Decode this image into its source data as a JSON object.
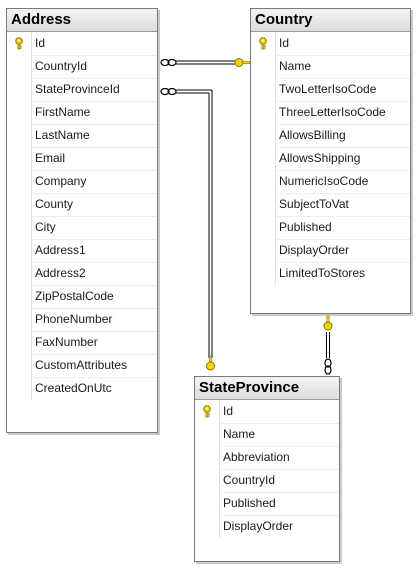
{
  "tables": {
    "address": {
      "title": "Address",
      "columns": [
        "Id",
        "CountryId",
        "StateProvinceId",
        "FirstName",
        "LastName",
        "Email",
        "Company",
        "County",
        "City",
        "Address1",
        "Address2",
        "ZipPostalCode",
        "PhoneNumber",
        "FaxNumber",
        "CustomAttributes",
        "CreatedOnUtc"
      ]
    },
    "country": {
      "title": "Country",
      "columns": [
        "Id",
        "Name",
        "TwoLetterIsoCode",
        "ThreeLetterIsoCode",
        "AllowsBilling",
        "AllowsShipping",
        "NumericIsoCode",
        "SubjectToVat",
        "Published",
        "DisplayOrder",
        "LimitedToStores"
      ]
    },
    "stateprovince": {
      "title": "StateProvince",
      "columns": [
        "Id",
        "Name",
        "Abbreviation",
        "CountryId",
        "Published",
        "DisplayOrder"
      ]
    }
  },
  "primary_key_column": "Id",
  "icons": {
    "primary_key": "key-icon",
    "relationship_many": "infinity-icon",
    "relationship_one": "key-icon"
  },
  "colors": {
    "key_fill": "#f5d400",
    "key_stroke": "#8a7200",
    "line": "#000000"
  }
}
